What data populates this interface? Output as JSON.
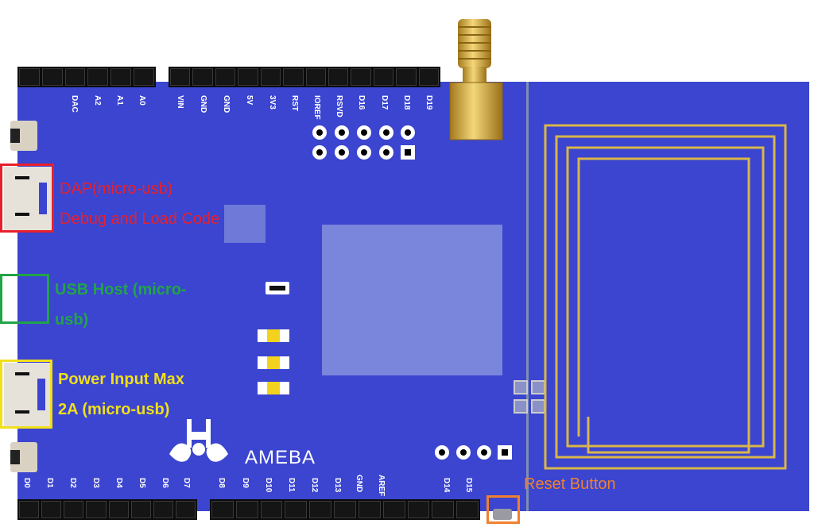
{
  "board": {
    "name": "AMEBA",
    "top_header_left_pins": [
      "DAC",
      "A2",
      "A1",
      "A0"
    ],
    "top_header_right_pins": [
      "VIN",
      "GND",
      "GND",
      "5V",
      "3V3",
      "RST",
      "IOREF",
      "RSVD",
      "D16",
      "D17",
      "D18",
      "D19"
    ],
    "bottom_header_left_pins": [
      "D0",
      "D1",
      "D2",
      "D3",
      "D4",
      "D5",
      "D6",
      "D7"
    ],
    "bottom_header_right_pins": [
      "D8",
      "D9",
      "D10",
      "D11",
      "D12",
      "D13",
      "GND",
      "AREF",
      "",
      "D14",
      "D15"
    ]
  },
  "callouts": {
    "dap": {
      "line1": "DAP(micro-usb)",
      "line2": "Debug and Load Code",
      "color": "#e8202a"
    },
    "usb_host": {
      "line1": "USB Host (micro-",
      "line2": "usb)",
      "color": "#22a447"
    },
    "power": {
      "line1": "Power Input  Max",
      "line2": "2A (micro-usb)",
      "color": "#f1df1a"
    },
    "reset": {
      "label": "Reset Button",
      "color": "#f08030"
    }
  },
  "colors": {
    "board": "#3b45d0",
    "antenna_trace": "#d9b64a",
    "gold": "#d4b24a"
  }
}
